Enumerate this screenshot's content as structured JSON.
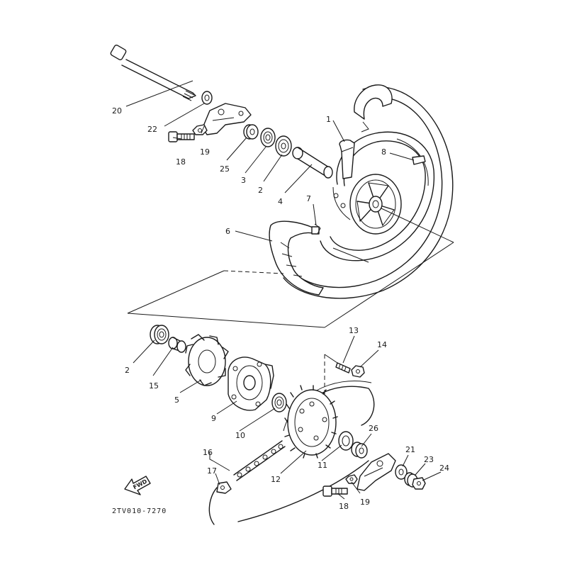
{
  "diagram": {
    "callouts": {
      "c1": "1",
      "c2a": "2",
      "c2b": "2",
      "c3": "3",
      "c4": "4",
      "c5": "5",
      "c6": "6",
      "c7": "7",
      "c8": "8",
      "c9": "9",
      "c10": "10",
      "c11": "11",
      "c12": "12",
      "c13": "13",
      "c14": "14",
      "c15": "15",
      "c16": "16",
      "c17": "17",
      "c18a": "18",
      "c18b": "18",
      "c19a": "19",
      "c19b": "19",
      "c20": "20",
      "c21": "21",
      "c22": "22",
      "c23": "23",
      "c24": "24",
      "c25": "25",
      "c26": "26"
    },
    "fwd_label": "FWD",
    "drawing_code": "2TV010-7270"
  }
}
